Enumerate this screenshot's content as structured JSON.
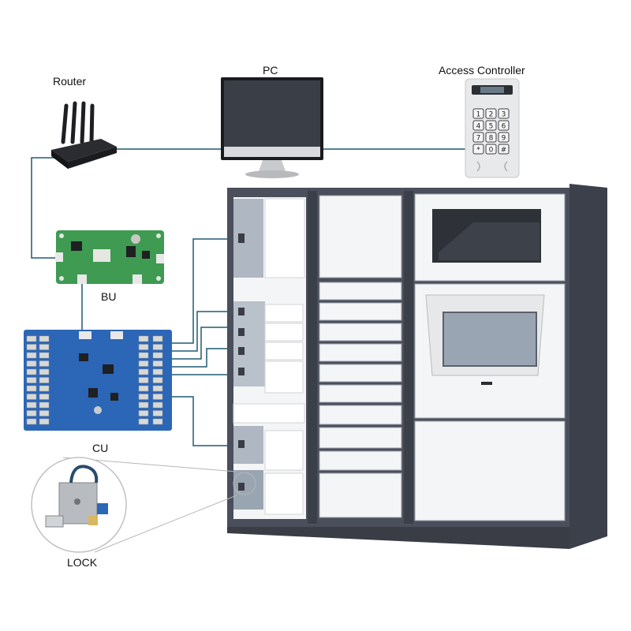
{
  "labels": {
    "router": "Router",
    "pc": "PC",
    "access_controller": "Access Controller",
    "bu": "BU",
    "cu": "CU",
    "lock": "LOCK"
  },
  "keypad": {
    "keys": [
      "1",
      "2",
      "3",
      "4",
      "5",
      "6",
      "7",
      "8",
      "9",
      "*",
      "0",
      "#"
    ]
  },
  "colors": {
    "connector_line": "#1e5a74",
    "locker_frame": "#4b4f5c",
    "locker_door": "#f4f5f6",
    "pcb_green": "#3f9a52",
    "pcb_blue": "#2c66b6",
    "screen": "#3a3f47"
  }
}
